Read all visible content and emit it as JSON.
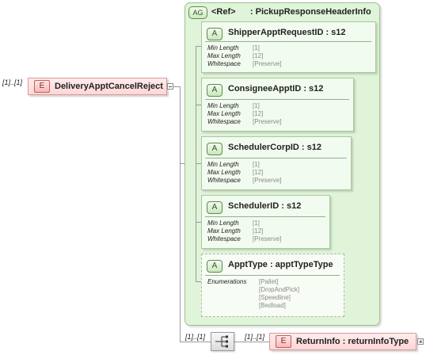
{
  "root_element": {
    "multiplicity": "[1]..[1]",
    "badge": "E",
    "name": "DeliveryApptCancelReject"
  },
  "attribute_group": {
    "badge": "AG",
    "title": "<Ref>      : PickupResponseHeaderInfo"
  },
  "attributes": [
    {
      "badge": "A",
      "title": "ShipperApptRequestID : s12",
      "facets": [
        {
          "label": "Min Length",
          "value": "[1]"
        },
        {
          "label": "Max Length",
          "value": "[12]"
        },
        {
          "label": "Whitespace",
          "value": "[Preserve]"
        }
      ]
    },
    {
      "badge": "A",
      "title": "ConsigneeApptID : s12",
      "facets": [
        {
          "label": "Min Length",
          "value": "[1]"
        },
        {
          "label": "Max Length",
          "value": "[12]"
        },
        {
          "label": "Whitespace",
          "value": "[Preserve]"
        }
      ]
    },
    {
      "badge": "A",
      "title": "SchedulerCorpID : s12",
      "facets": [
        {
          "label": "Min Length",
          "value": "[1]"
        },
        {
          "label": "Max Length",
          "value": "[12]"
        },
        {
          "label": "Whitespace",
          "value": "[Preserve]"
        }
      ]
    },
    {
      "badge": "A",
      "title": "SchedulerID : s12",
      "facets": [
        {
          "label": "Min Length",
          "value": "[1]"
        },
        {
          "label": "Max Length",
          "value": "[12]"
        },
        {
          "label": "Whitespace",
          "value": "[Preserve]"
        }
      ]
    },
    {
      "badge": "A",
      "title": "ApptType : apptTypeType",
      "enumeration_label": "Enumerations",
      "enumerations": [
        "[Pallet]",
        "[DropAndPick]",
        "[Speedline]",
        "[Bedload]"
      ]
    }
  ],
  "sequence": {
    "multiplicity": "[1]..[1]"
  },
  "child_element": {
    "multiplicity": "[1]..[1]",
    "badge": "E",
    "name": "ReturnInfo : returnInfoType"
  },
  "colors": {
    "element_fill": "#ffd6d6",
    "group_fill": "#dff4d8",
    "attribute_fill": "#f2fbef"
  }
}
